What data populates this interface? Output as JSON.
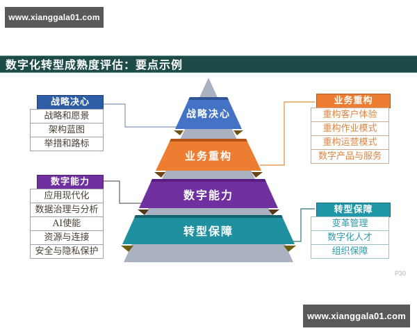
{
  "watermark": {
    "top": "www.xianggala01.com",
    "bottom": "www.xianggala01.com"
  },
  "title": "数字化转型成熟度评估：要点示例",
  "page_number": "P30",
  "pyramid": {
    "base_color": "#aab2c2",
    "levels": [
      {
        "label": "战略决心",
        "color": "#4472c4",
        "top_face_color": "#2f5597"
      },
      {
        "label": "业务重构",
        "color": "#ed7d31",
        "top_face_color": "#b5551a"
      },
      {
        "label": "数字能力",
        "color": "#7030a0",
        "top_face_color": "#581d82"
      },
      {
        "label": "转型保障",
        "color": "#1f90a0",
        "top_face_color": "#14616d"
      }
    ]
  },
  "panels": {
    "strategy": {
      "title": "战略决心",
      "header_color": "#2e5da6",
      "items": [
        "战略和愿景",
        "架构蓝图",
        "举措和路标"
      ]
    },
    "capability": {
      "title": "数字能力",
      "header_color": "#7030a0",
      "items": [
        "应用现代化",
        "数据治理与分析",
        "AI使能",
        "资源与连接",
        "安全与隐私保护"
      ]
    },
    "business": {
      "title": "业务重构",
      "header_color": "#ed7d31",
      "items": [
        "重构客户体验",
        "重构作业模式",
        "重构运营模式",
        "数字产品与服务"
      ]
    },
    "assurance": {
      "title": "转型保障",
      "header_color": "#2196a6",
      "items": [
        "变革管理",
        "数字化人才",
        "组织保障"
      ]
    }
  }
}
